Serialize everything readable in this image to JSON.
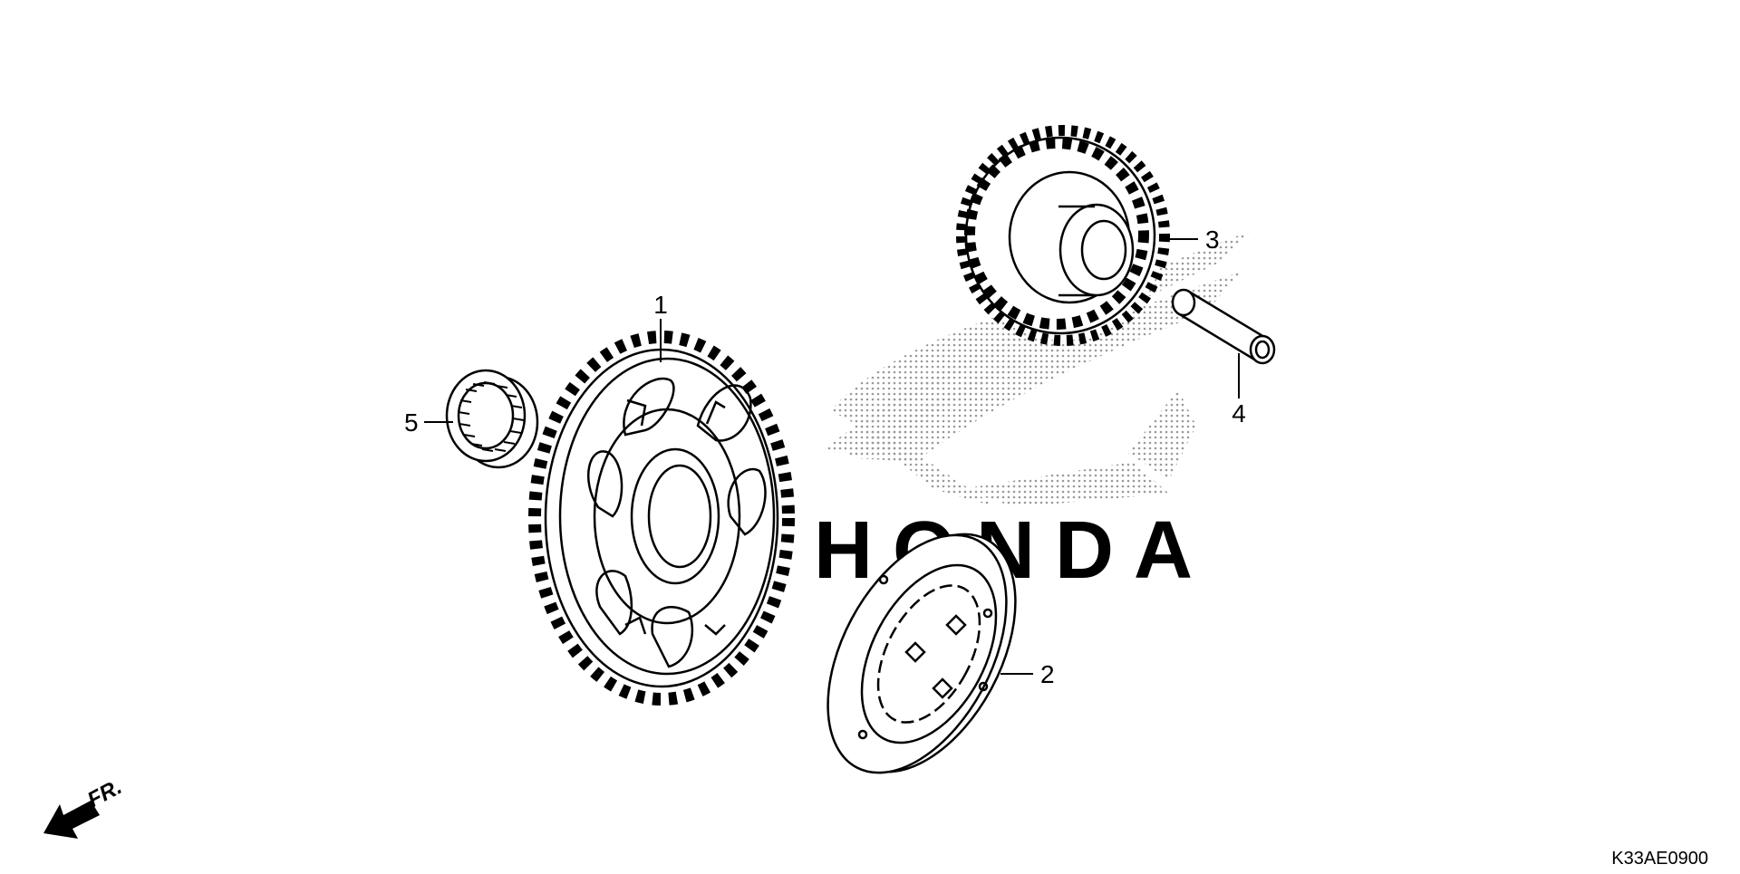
{
  "diagram": {
    "callouts": [
      {
        "id": "1",
        "label": "1"
      },
      {
        "id": "2",
        "label": "2"
      },
      {
        "id": "3",
        "label": "3"
      },
      {
        "id": "4",
        "label": "4"
      },
      {
        "id": "5",
        "label": "5"
      }
    ],
    "front_indicator": "FR.",
    "diagram_code": "K33AE0900",
    "watermark_text": "HONDA",
    "colors": {
      "line": "#000000",
      "watermark_dots": "#9a9a9a",
      "background": "#ffffff"
    }
  }
}
